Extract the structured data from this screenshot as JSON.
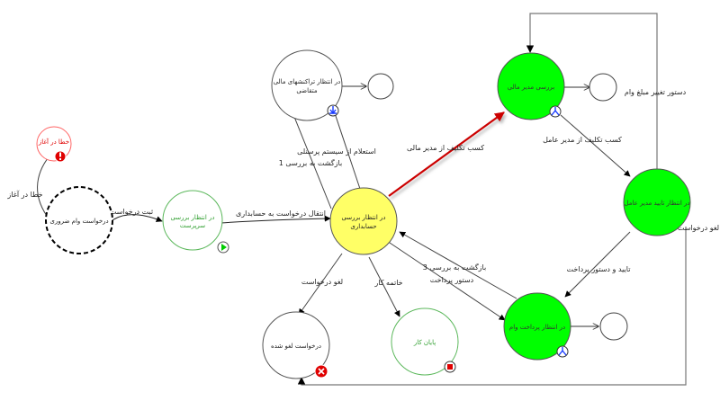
{
  "diagram": {
    "title": "Loan request workflow",
    "colors": {
      "start_stroke": "#000000",
      "active_fill": "#00ff00",
      "current_fill": "#ffff66",
      "end_stroke": "#5cb85c",
      "error_stroke": "#ff6666",
      "highlight_edge": "#cc0000",
      "edge": "#555555",
      "icon_blue": "#1a3cff",
      "icon_red": "#e00000",
      "icon_green": "#00cc00"
    },
    "nodes": {
      "start": {
        "label": "درخواست وام ضروری"
      },
      "error": {
        "label": "خطا در آغاز"
      },
      "supervisor": {
        "label1": "در انتظار بررسی",
        "label2": "سرپرست"
      },
      "accounting": {
        "label1": "در انتظار بررسی",
        "label2": "حسابداری"
      },
      "specialist": {
        "label1": "در انتظار تراکنشهای مالی",
        "label2": "متقاضی"
      },
      "finance_mgr": {
        "label": "بررسی مدیر مالی"
      },
      "ceo": {
        "label": "در انتظار تایید مدیر عامل"
      },
      "payment": {
        "label": "در انتظار پرداخت وام"
      },
      "cancelled": {
        "label": "درخواست لغو شده"
      },
      "end": {
        "label": "پایان کار"
      }
    },
    "edges": {
      "start_error": "خطا در آغاز",
      "start_supervisor": "ثبت درخواست",
      "supervisor_accounting": "انتقال درخواست به حسابداری",
      "accounting_specialist": "استعلام از سیستم پرسنلی",
      "specialist_accounting": "بازگشت به بررسی 1",
      "accounting_finance": "کسب تکلیف از مدیر مالی",
      "finance_side": "دستور تغییر مبلغ وام",
      "finance_ceo": "کسب تکلیف از مدیر عامل",
      "ceo_cancel": "لغو درخواست",
      "ceo_payment": "تایید و دستور پرداخت",
      "payment_accounting": "بازگشت به بررسی 3",
      "accounting_payment": "دستور پرداخت",
      "accounting_cancel": "لغو درخواست",
      "accounting_end": "خاتمه کار"
    }
  }
}
